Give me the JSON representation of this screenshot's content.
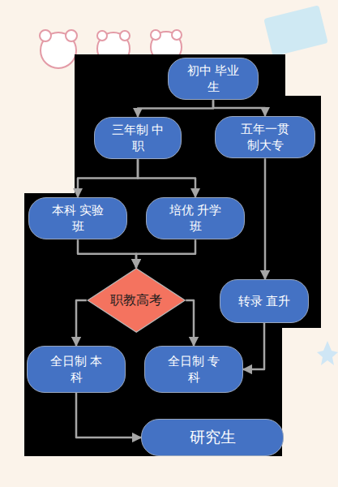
{
  "diagram": {
    "nodes": [
      {
        "text": [
          "初中 毕业生"
        ]
      },
      {
        "text": [
          "三年制 中职"
        ]
      },
      {
        "text": [
          "五年一贯 制大专"
        ]
      },
      {
        "text": [
          "本科 实验班"
        ]
      },
      {
        "text": [
          "培优 升学班"
        ]
      },
      {
        "text": [
          "职教高考"
        ]
      },
      {
        "text": [
          "转录 直升"
        ]
      },
      {
        "text": [
          "全日制 本科"
        ]
      },
      {
        "text": [
          "全日制 专科"
        ]
      },
      {
        "text": [
          "研究生"
        ]
      }
    ],
    "edges": [
      {
        "from": 0,
        "to": 1,
        "arrow": "to"
      },
      {
        "from": 0,
        "to": 2,
        "arrow": "to"
      },
      {
        "from": 1,
        "to": 3,
        "arrow": "to"
      },
      {
        "from": 1,
        "to": 4,
        "arrow": "to"
      },
      {
        "from": 3,
        "to": 5,
        "arrow": "to"
      },
      {
        "from": 4,
        "to": 5,
        "arrow": "to"
      },
      {
        "from": 2,
        "to": 6,
        "arrow": "to"
      },
      {
        "from": 5,
        "to": 7,
        "arrow": "to"
      },
      {
        "from": 5,
        "to": 8,
        "arrow": "to"
      },
      {
        "from": 6,
        "to": 8,
        "arrow": "to"
      },
      {
        "from": 7,
        "to": 9,
        "arrow": "to"
      }
    ]
  }
}
